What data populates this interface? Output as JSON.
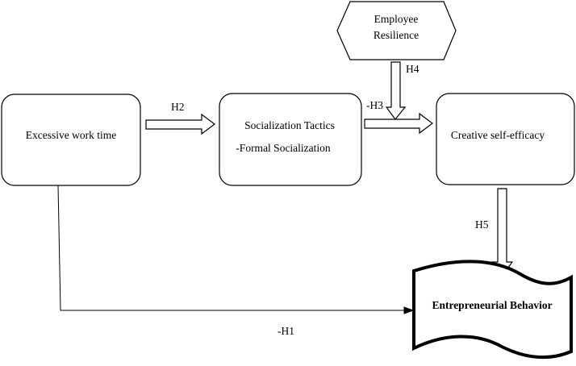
{
  "nodes": {
    "excessive_work_time": "Excessive work time",
    "socialization_title": "Socialization Tactics",
    "socialization_sub": "-Formal Socialization",
    "creative_self_efficacy": "Creative self-efficacy",
    "employee_resilience_line1": "Employee",
    "employee_resilience_line2": "Resilience",
    "entrepreneurial_behavior": "Entrepreneurial Behavior"
  },
  "hypotheses": {
    "h1": "-H1",
    "h2": "H2",
    "h3": "-H3",
    "h4": "H4",
    "h5": "H5"
  }
}
